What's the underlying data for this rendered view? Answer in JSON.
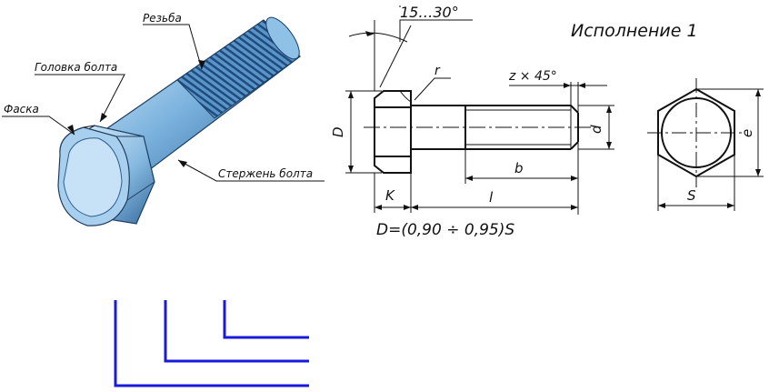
{
  "labels": {
    "rezba": "Резьба",
    "golovka": "Головка болта",
    "faska": "Фаска",
    "sterzhen": "Стержень болта"
  },
  "drawing": {
    "title": "Исполнение 1",
    "angle": "15…30°",
    "r": "r",
    "chamfer": "z × 45°",
    "D": "D",
    "d": "d",
    "b": "b",
    "l": "l",
    "K": "K",
    "S": "S",
    "e": "e",
    "formula": "D=(0,90 ÷ 0,95)S"
  },
  "colors": {
    "bolt_light": "#cfe6f5",
    "bolt_mid": "#6fa7d6",
    "bolt_dark": "#2b5d8f",
    "lines": "#1a1adf"
  }
}
